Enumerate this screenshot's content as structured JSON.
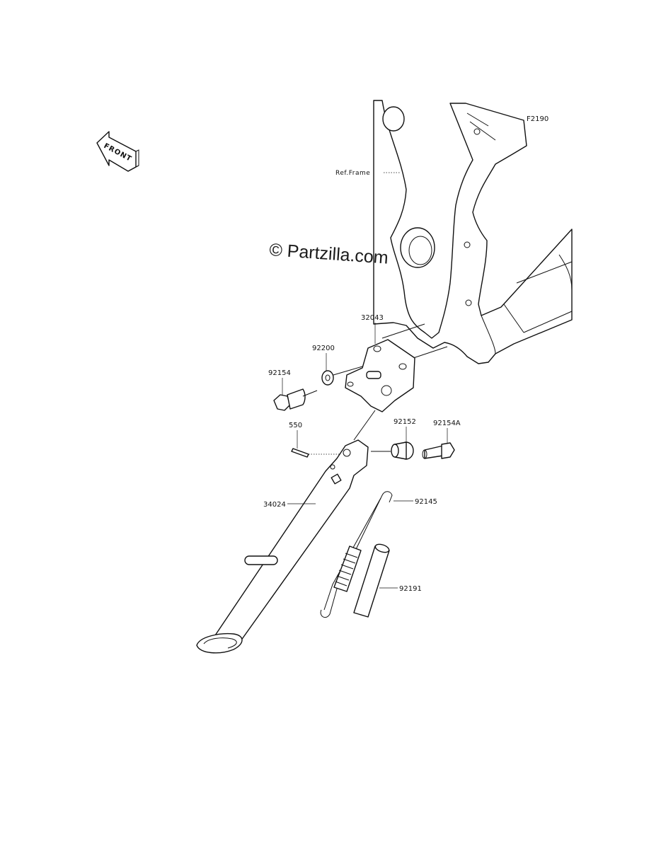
{
  "figure_code": "F2190",
  "watermark": "© Partzilla.com",
  "front_indicator": "FRONT",
  "reference_label": "Ref.Frame",
  "parts": [
    {
      "key": "bracket",
      "number": "32043"
    },
    {
      "key": "washer",
      "number": "92200"
    },
    {
      "key": "bolt",
      "number": "92154"
    },
    {
      "key": "cotter_pin",
      "number": "550"
    },
    {
      "key": "collar",
      "number": "92152"
    },
    {
      "key": "pivot_bolt",
      "number": "92154A"
    },
    {
      "key": "side_stand",
      "number": "34024"
    },
    {
      "key": "spring",
      "number": "92145"
    },
    {
      "key": "spring_cover",
      "number": "92191"
    }
  ]
}
